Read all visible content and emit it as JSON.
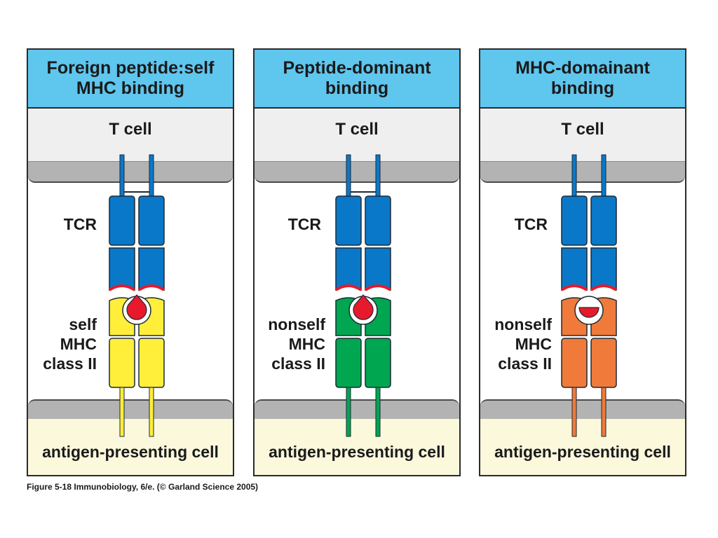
{
  "panels": [
    {
      "title_line1": "Foreign peptide:self",
      "title_line2": "MHC binding",
      "tcell_label": "T  cell",
      "tcr_label": "TCR",
      "mhc_line1": "self",
      "mhc_line2": "MHC",
      "mhc_line3": "class II",
      "apc_label": "antigen-presenting cell",
      "mhc_color": "#ffef3a",
      "peptide_shape": "full"
    },
    {
      "title_line1": "Peptide-dominant",
      "title_line2": "binding",
      "tcell_label": "T  cell",
      "tcr_label": "TCR",
      "mhc_line1": "nonself",
      "mhc_line2": "MHC",
      "mhc_line3": "class II",
      "apc_label": "antigen-presenting cell",
      "mhc_color": "#00a650",
      "peptide_shape": "full"
    },
    {
      "title_line1": "MHC-domainant",
      "title_line2": "binding",
      "tcell_label": "T  cell",
      "tcr_label": "TCR",
      "mhc_line1": "nonself",
      "mhc_line2": "MHC",
      "mhc_line3": "class II",
      "apc_label": "antigen-presenting cell",
      "mhc_color": "#f07a3a",
      "peptide_shape": "half"
    }
  ],
  "colors": {
    "tcr": "#0a78c8",
    "peptide": "#e8192c",
    "header": "#5fc6ee",
    "membrane": "#b3b3b3"
  },
  "caption": "Figure 5-18  Immunobiology, 6/e. (© Garland Science 2005)"
}
